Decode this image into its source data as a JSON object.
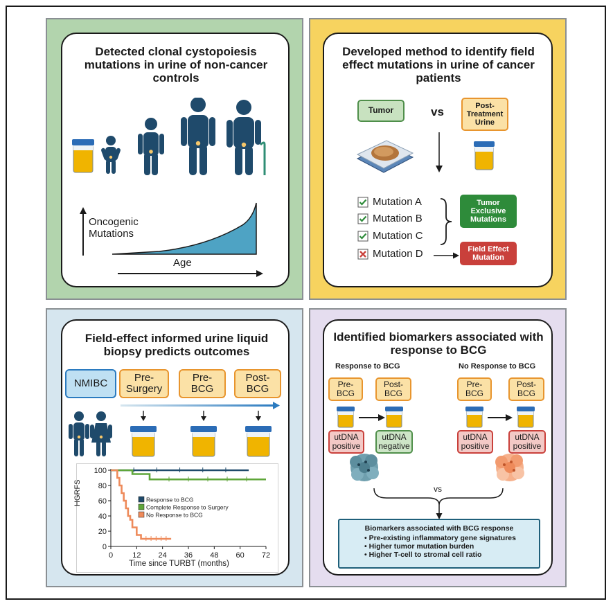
{
  "colors": {
    "green_panel": "#b2d4ad",
    "yellow_panel": "#f7d35f",
    "blue_panel": "#d6e6ef",
    "purple_panel": "#e5ddef",
    "navy_figure": "#1f4a6b",
    "teal_area": "#4ea3c4",
    "orange_border": "#e8952e",
    "orange_fill": "#fbe1a6",
    "red_fill": "#c9403b",
    "green_fill": "#2e8b3a",
    "series_green": "#5fa63a",
    "series_orange": "#ee8a5a"
  },
  "panel1": {
    "title": "Detected clonal cystopoiesis mutations in urine of non-cancer controls",
    "y_label": "Oncogenic\nMutations",
    "x_label": "Age"
  },
  "panel2": {
    "title": "Developed method to identify field effect mutations in urine of cancer patients",
    "tumor": "Tumor",
    "vs": "vs",
    "post_treatment": "Post-\nTreatment\nUrine",
    "mutations": [
      "Mutation A",
      "Mutation B",
      "Mutation C",
      "Mutation D"
    ],
    "tumor_exclusive": "Tumor\nExclusive\nMutations",
    "field_effect": "Field Effect\nMutation"
  },
  "panel3": {
    "title": "Field-effect informed urine liquid biopsy predicts outcomes",
    "stages": [
      "NMIBC",
      "Pre-\nSurgery",
      "Pre-\nBCG",
      "Post-\nBCG"
    ]
  },
  "panel4": {
    "title": "Identified biomarkers associated with response to BCG",
    "response_label": "Response to BCG",
    "no_response_label": "No Response to BCG",
    "pre_bcg": "Pre-\nBCG",
    "post_bcg": "Post-\nBCG",
    "utdna_positive": "utDNA\npositive",
    "utdna_negative": "utDNA\nnegative",
    "vs": "vs",
    "biomarkers_title": "Biomarkers associated with BCG response",
    "biomarkers": [
      "Pre-existing inflammatory gene signatures",
      "Higher tumor mutation burden",
      "Higher T-cell to stromal cell ratio"
    ]
  },
  "chart_data": {
    "type": "line",
    "title": "",
    "xlabel": "Time since TURBT (months)",
    "ylabel": "HGRFS",
    "xlim": [
      0,
      72
    ],
    "ylim": [
      0,
      100
    ],
    "xticks": [
      0,
      12,
      24,
      36,
      48,
      60,
      72
    ],
    "yticks": [
      0,
      20,
      40,
      60,
      80,
      100
    ],
    "legend_position": "center-right",
    "grid": false,
    "series": [
      {
        "name": "Response to BCG",
        "color": "#1f4a6b",
        "x": [
          0,
          64
        ],
        "y": [
          100,
          100
        ]
      },
      {
        "name": "Complete Response to Surgery",
        "color": "#5fa63a",
        "x": [
          0,
          10,
          10,
          18,
          18,
          72
        ],
        "y": [
          100,
          100,
          95,
          95,
          88,
          88
        ]
      },
      {
        "name": "No Response to BCG",
        "color": "#ee8a5a",
        "x": [
          0,
          3,
          3,
          4,
          4,
          5,
          5,
          6,
          6,
          7,
          7,
          8,
          8,
          9,
          9,
          10,
          10,
          12,
          12,
          14,
          14,
          28
        ],
        "y": [
          100,
          100,
          90,
          90,
          80,
          80,
          70,
          70,
          60,
          60,
          50,
          50,
          40,
          40,
          35,
          35,
          25,
          25,
          15,
          15,
          10,
          10
        ]
      }
    ]
  }
}
